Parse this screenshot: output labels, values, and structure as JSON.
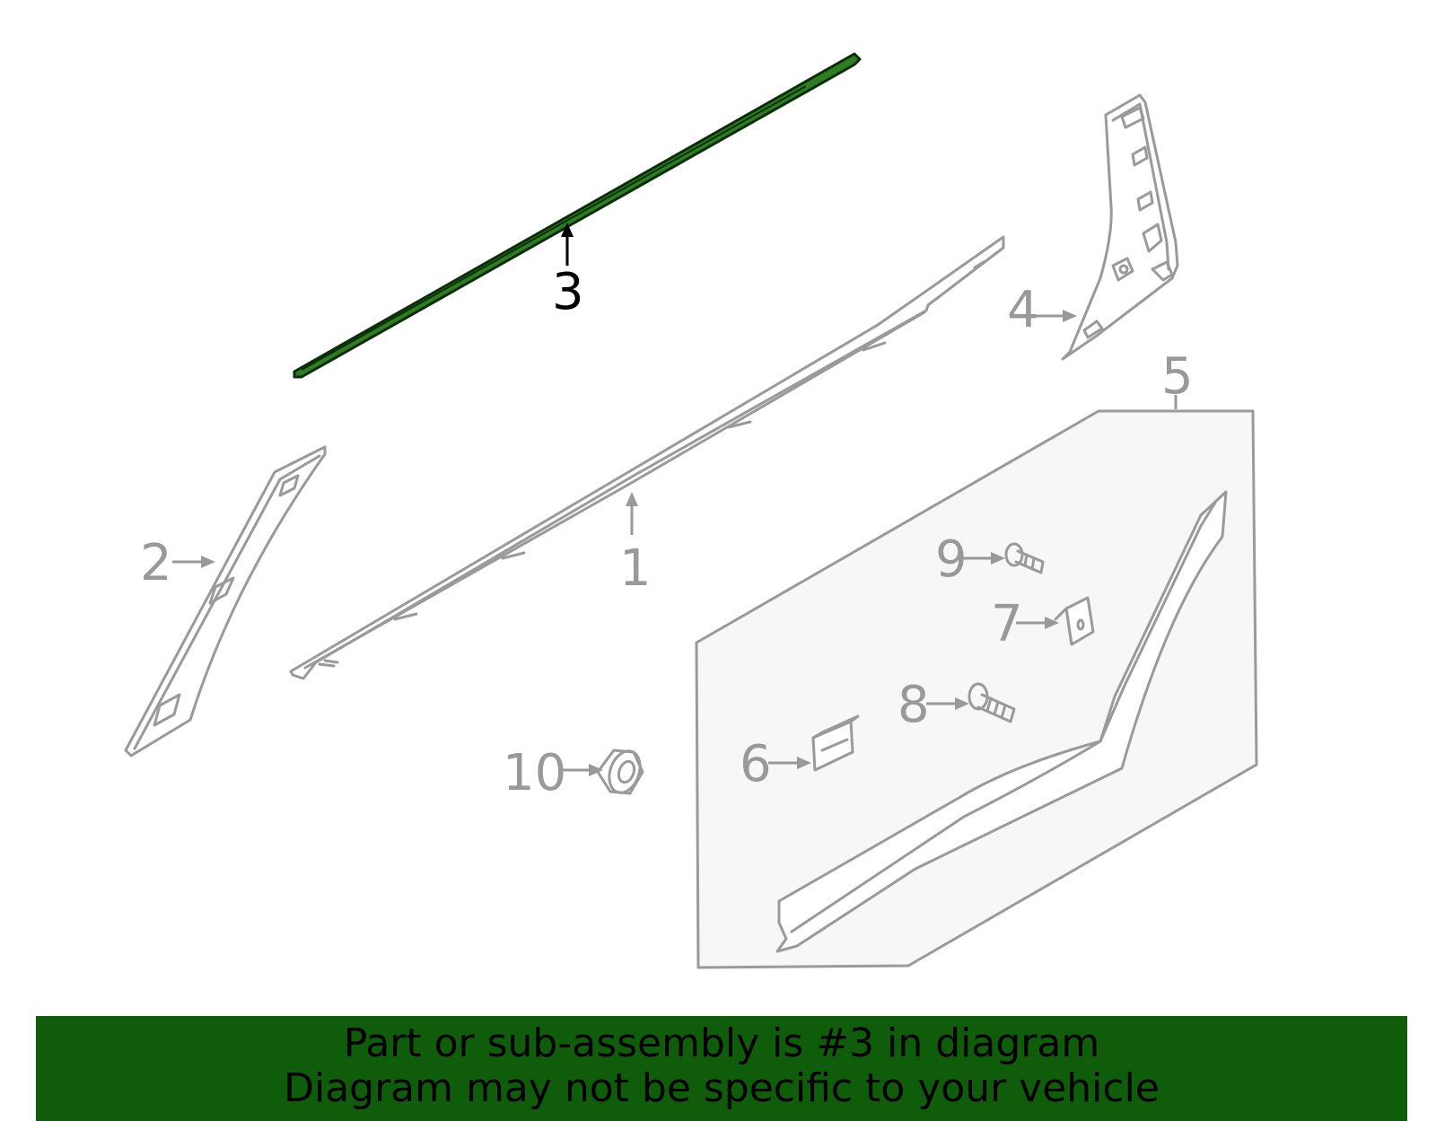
{
  "callouts": [
    {
      "id": "1",
      "label": "1",
      "highlighted": false
    },
    {
      "id": "2",
      "label": "2",
      "highlighted": false
    },
    {
      "id": "3",
      "label": "3",
      "highlighted": true
    },
    {
      "id": "4",
      "label": "4",
      "highlighted": false
    },
    {
      "id": "5",
      "label": "5",
      "highlighted": false
    },
    {
      "id": "6",
      "label": "6",
      "highlighted": false
    },
    {
      "id": "7",
      "label": "7",
      "highlighted": false
    },
    {
      "id": "8",
      "label": "8",
      "highlighted": false
    },
    {
      "id": "9",
      "label": "9",
      "highlighted": false
    },
    {
      "id": "10",
      "label": "10",
      "highlighted": false
    }
  ],
  "banner": {
    "line1": "Part or sub-assembly is #3 in diagram",
    "line2": "Diagram may not be specific to your vehicle"
  },
  "colors": {
    "highlight_part": "#2e7d22",
    "banner_bg": "#0f5c0b",
    "part_stroke": "#9a9a9a",
    "callout_text": "#999999",
    "active_callout_text": "#000000",
    "kit_box_fill": "#f7f7f7"
  }
}
